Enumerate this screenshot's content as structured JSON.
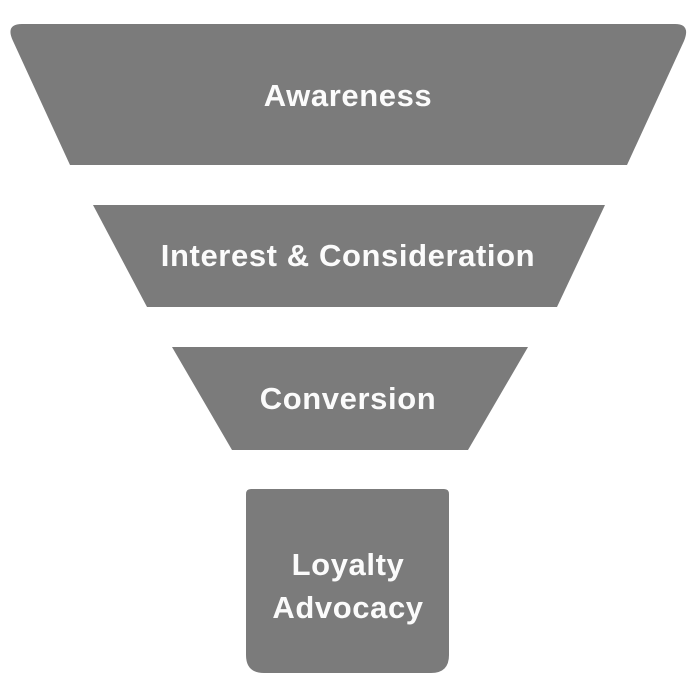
{
  "funnel": {
    "diagram_type": "marketing-funnel",
    "background_color": "#ffffff",
    "stage_fill_color": "#7b7b7b",
    "label_text_color": "#fbfbfb",
    "stages": [
      {
        "id": "awareness",
        "label": "Awareness"
      },
      {
        "id": "interest-consideration",
        "label": "Interest & Consideration"
      },
      {
        "id": "conversion",
        "label": "Conversion"
      },
      {
        "id": "loyalty-advocacy",
        "label": "Loyalty\nAdvocacy"
      }
    ]
  }
}
